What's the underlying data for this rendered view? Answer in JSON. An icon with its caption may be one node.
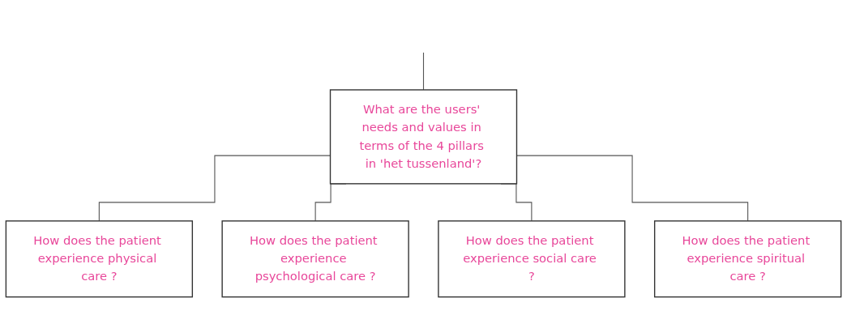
{
  "diagram": {
    "nodes": [
      {
        "text": [
          "What are the users' needs and values in terms of the 4 pillars in 'het tussenland'?"
        ]
      },
      {
        "text": [
          "How does the patient experience physical care ?"
        ]
      },
      {
        "text": [
          "How does the patient experience psychological care ?"
        ]
      },
      {
        "text": [
          "How does the patient experience social care ?"
        ]
      },
      {
        "text": [
          "How does the patient experience spiritual care ?"
        ]
      }
    ],
    "edges": [
      {
        "from": null,
        "to": 0,
        "arrow": "none"
      },
      {
        "from": 0,
        "to": 1,
        "arrow": "none"
      },
      {
        "from": 0,
        "to": 2,
        "arrow": "none"
      },
      {
        "from": 0,
        "to": 3,
        "arrow": "none"
      },
      {
        "from": 0,
        "to": 4,
        "arrow": "none"
      }
    ]
  }
}
